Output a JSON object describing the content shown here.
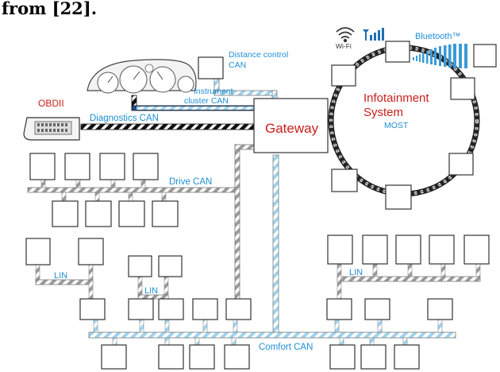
{
  "heading": "from [22].",
  "labels": {
    "obd": "OBDII",
    "diagnostics_can": "Diagnostics CAN",
    "instrument_can_1": "Instrument",
    "instrument_can_2": "cluster CAN",
    "distance_can_1": "Distance control",
    "distance_can_2": "CAN",
    "gateway": "Gateway",
    "infotainment_1": "Infotainment",
    "infotainment_2": "System",
    "most": "MOST",
    "wifi": "Wi-Fi",
    "bluetooth": "Bluetooth™",
    "drive_can": "Drive CAN",
    "comfort_can": "Comfort CAN",
    "lin_left": "LIN",
    "lin_mid": "LIN",
    "lin_right": "LIN"
  },
  "colors": {
    "label_blue": "#1e8fd6",
    "red_text": "#c8201c",
    "can_stripe": "#9ed3ee",
    "lin_stripe": "#999999",
    "box_border": "#333333"
  }
}
